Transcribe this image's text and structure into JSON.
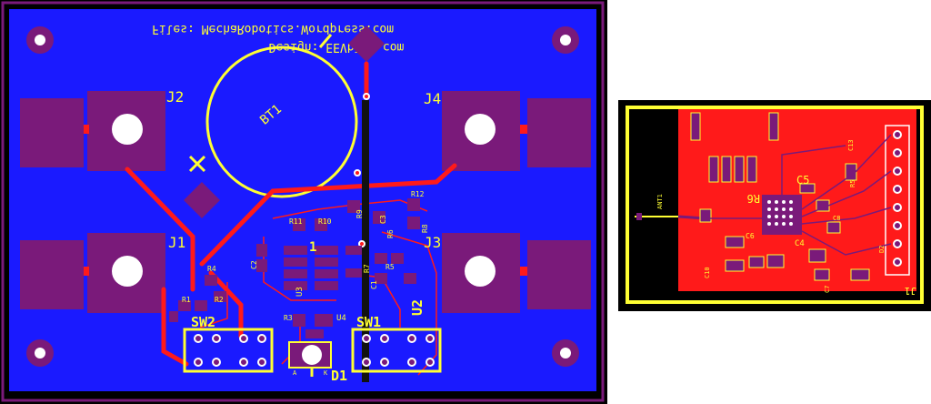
{
  "colors": {
    "bottom_copper": "#1a1aff",
    "top_copper": "#ff1a1a",
    "pad": "#7a1a7a",
    "silkscreen": "#ffff33",
    "outline": "#6b1a6b",
    "board_black": "#000000"
  },
  "board1": {
    "text": {
      "design": "Design: EEVblog.com",
      "files": "Files: MechaRobotics.Wordpress.com"
    },
    "labels": {
      "bt1": "BT1",
      "j1": "J1",
      "j2": "J2",
      "j3": "J3",
      "j4": "J4",
      "sw1": "SW1",
      "sw2": "SW2",
      "d1": "D1",
      "u2": "U2",
      "u3": "U3",
      "u4": "U4",
      "r1": "R1",
      "r2": "R2",
      "r3": "R3",
      "r4": "R4",
      "r5": "R5",
      "r6": "R6",
      "r7": "R7",
      "r8": "R8",
      "r9": "R9",
      "r10": "R10",
      "r11": "R11",
      "r12": "R12",
      "c1": "C1",
      "c2": "C2",
      "c3": "C3",
      "a": "A",
      "k": "K",
      "one": "1",
      "minus": "—"
    }
  },
  "board2": {
    "labels": {
      "c5": "C5",
      "r6": "R6",
      "c4": "C4",
      "ant1": "ANT1",
      "c13": "C13",
      "r5": "R5",
      "c8": "C8",
      "c6": "C6",
      "d2": "D2",
      "c10": "C10",
      "c7": "C7",
      "j1": "J1"
    }
  }
}
